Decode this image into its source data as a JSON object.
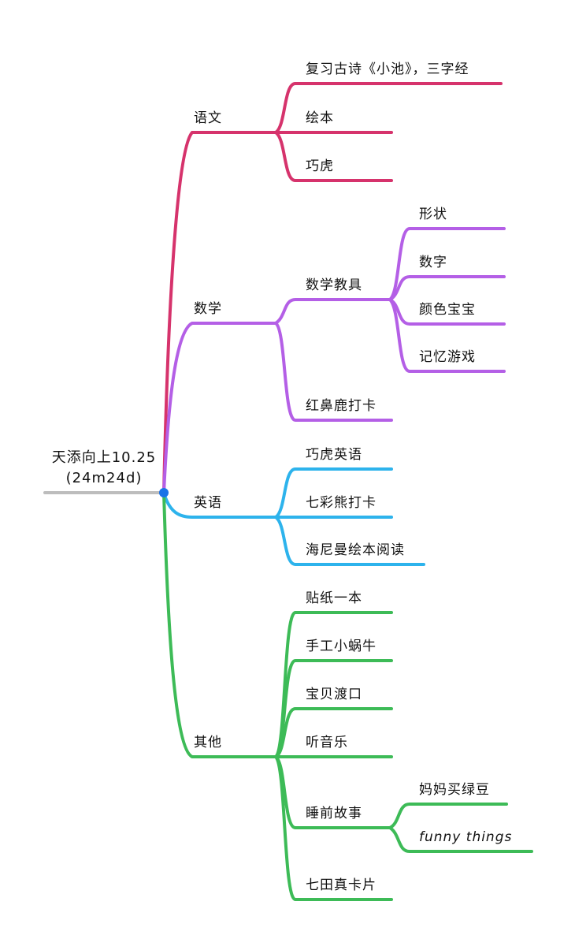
{
  "root": {
    "line1": "天添向上10.25",
    "line2": "(24m24d)"
  },
  "branches": {
    "chinese": {
      "label": "语文",
      "color": "#D6336C",
      "items": [
        "复习古诗《小池》，三字经",
        "绘本",
        "巧虎"
      ]
    },
    "math": {
      "label": "数学",
      "color": "#B45FE6",
      "items": [
        "数学教具",
        "红鼻鹿打卡"
      ],
      "sub": [
        "形状",
        "数字",
        "颜色宝宝",
        "记忆游戏"
      ]
    },
    "english": {
      "label": "英语",
      "color": "#2DB3EC",
      "items": [
        "巧虎英语",
        "七彩熊打卡",
        "海尼曼绘本阅读"
      ]
    },
    "other": {
      "label": "其他",
      "color": "#3DBB57",
      "items": [
        "贴纸一本",
        "手工小蜗牛",
        "宝贝渡口",
        "听音乐",
        "睡前故事",
        "七田真卡片"
      ],
      "sub": [
        "妈妈买绿豆",
        "funny things"
      ]
    }
  },
  "colors": {
    "root_line": "#BDBDBD",
    "root_dot": "#1A73E8"
  }
}
